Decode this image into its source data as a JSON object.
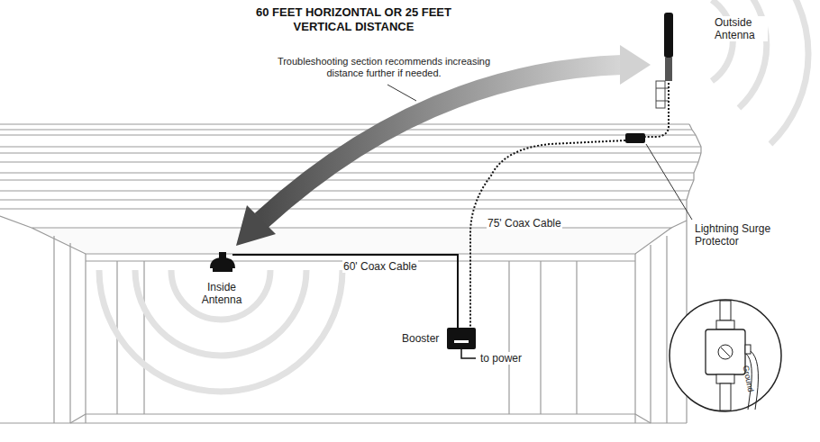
{
  "diagram": {
    "title": "60 FEET HORIZONTAL OR 25 FEET VERTICAL DISTANCE",
    "labels": [
      "Troubleshooting section recommends increasing distance further if needed.",
      "Outside Antenna",
      "75' Coax Cable",
      "Lightning Surge Protector",
      "60' Coax Cable",
      "Inside Antenna",
      "Booster",
      "to power",
      "Ground"
    ]
  }
}
